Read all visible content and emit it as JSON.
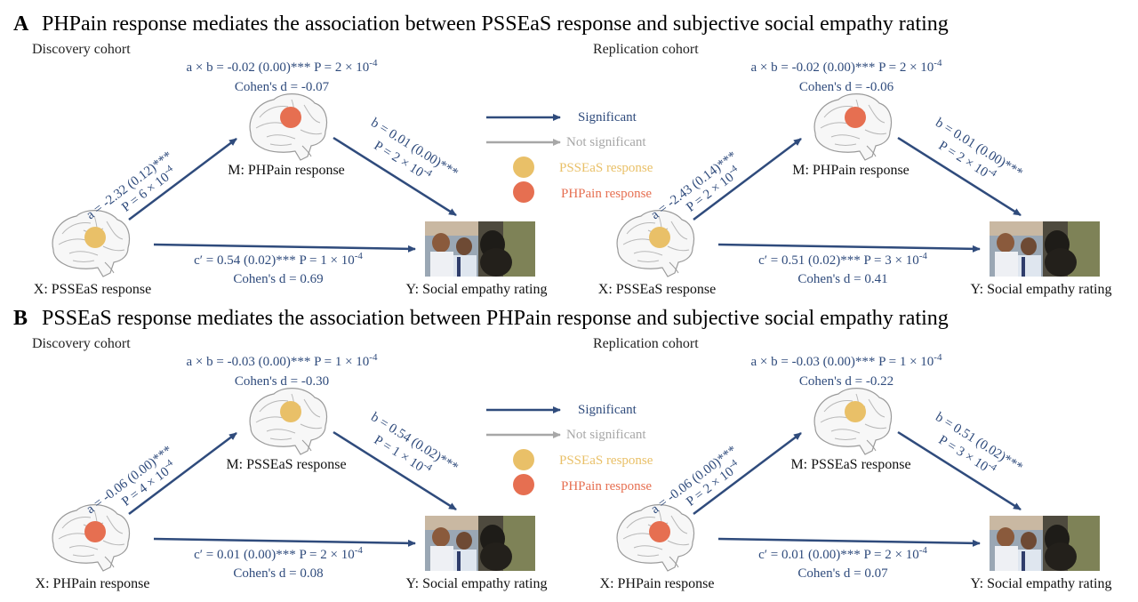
{
  "colors": {
    "significant": "#2f4b7c",
    "not_significant": "#a7a7a7",
    "pssEaS": "#e9c068",
    "phpain": "#e66f51"
  },
  "legend": {
    "significant": "Significant",
    "not_significant": "Not significant",
    "pssEaS": "PSSEaS response",
    "phpain": "PHPain response"
  },
  "panels": [
    {
      "letter": "A",
      "title": "PHPain response mediates the association between PSSEaS response and subjective social empathy rating",
      "cohorts": [
        {
          "name": "Discovery cohort",
          "ab": "a × b = -0.02 (0.00)*** P = 2 × 10",
          "ab_exp": "-4",
          "ab_d": "Cohen's d =  -0.07",
          "a1": "a = -2.32 (0.12)***",
          "a2": "P = 6 × 10",
          "a_exp": "-4",
          "b1": "b = 0.01 (0.00)***",
          "b2": "P = 2 × 10",
          "b_exp": "-4",
          "c1": "c′ = 0.54 (0.02)*** P = 1 × 10",
          "c_exp": "-4",
          "c_d": "Cohen's d =  0.69",
          "m_label": "M: PHPain response",
          "x_label": "X: PSSEaS response",
          "y_label": "Y: Social empathy rating",
          "m_dot": "phpain",
          "x_dot": "pssEaS"
        },
        {
          "name": "Replication cohort",
          "ab": "a × b = -0.02 (0.00)*** P = 2 × 10",
          "ab_exp": "-4",
          "ab_d": "Cohen's d =  -0.06",
          "a1": "a = -2.43 (0.14)***",
          "a2": "P = 2 × 10",
          "a_exp": "-4",
          "b1": "b = 0.01 (0.00)***",
          "b2": "P = 2 × 10",
          "b_exp": "-4",
          "c1": "c′ = 0.51 (0.02)*** P = 3 × 10",
          "c_exp": "-4",
          "c_d": "Cohen's d =  0.41",
          "m_label": "M: PHPain response",
          "x_label": "X: PSSEaS response",
          "y_label": "Y: Social empathy rating",
          "m_dot": "phpain",
          "x_dot": "pssEaS"
        }
      ]
    },
    {
      "letter": "B",
      "title": "PSSEaS response mediates the association between PHPain response and subjective social empathy rating",
      "cohorts": [
        {
          "name": "Discovery cohort",
          "ab": "a × b = -0.03 (0.00)*** P = 1 × 10",
          "ab_exp": "-4",
          "ab_d": "Cohen's d =  -0.30",
          "a1": "a = -0.06 (0.00)***",
          "a2": "P = 4 × 10",
          "a_exp": "-4",
          "b1": "b = 0.54 (0.02)***",
          "b2": "P = 1 × 10",
          "b_exp": "-4",
          "c1": "c′ = 0.01 (0.00)*** P = 2 × 10",
          "c_exp": "-4",
          "c_d": "Cohen's d =  0.08",
          "m_label": "M: PSSEaS response",
          "x_label": "X: PHPain response",
          "y_label": "Y: Social empathy rating",
          "m_dot": "pssEaS",
          "x_dot": "phpain"
        },
        {
          "name": "Replication cohort",
          "ab": "a × b = -0.03 (0.00)*** P = 1 × 10",
          "ab_exp": "-4",
          "ab_d": "Cohen's d =  -0.22",
          "a1": "a = -0.06 (0.00)***",
          "a2": "P = 2 × 10",
          "a_exp": "-4",
          "b1": "b = 0.51 (0.02)***",
          "b2": "P = 3 × 10",
          "b_exp": "-4",
          "c1": "c′ = 0.01 (0.00)*** P = 2 × 10",
          "c_exp": "-4",
          "c_d": "Cohen's d =  0.07",
          "m_label": "M: PSSEaS response",
          "x_label": "X: PHPain response",
          "y_label": "Y: Social empathy rating",
          "m_dot": "pssEaS",
          "x_dot": "phpain"
        }
      ]
    }
  ]
}
